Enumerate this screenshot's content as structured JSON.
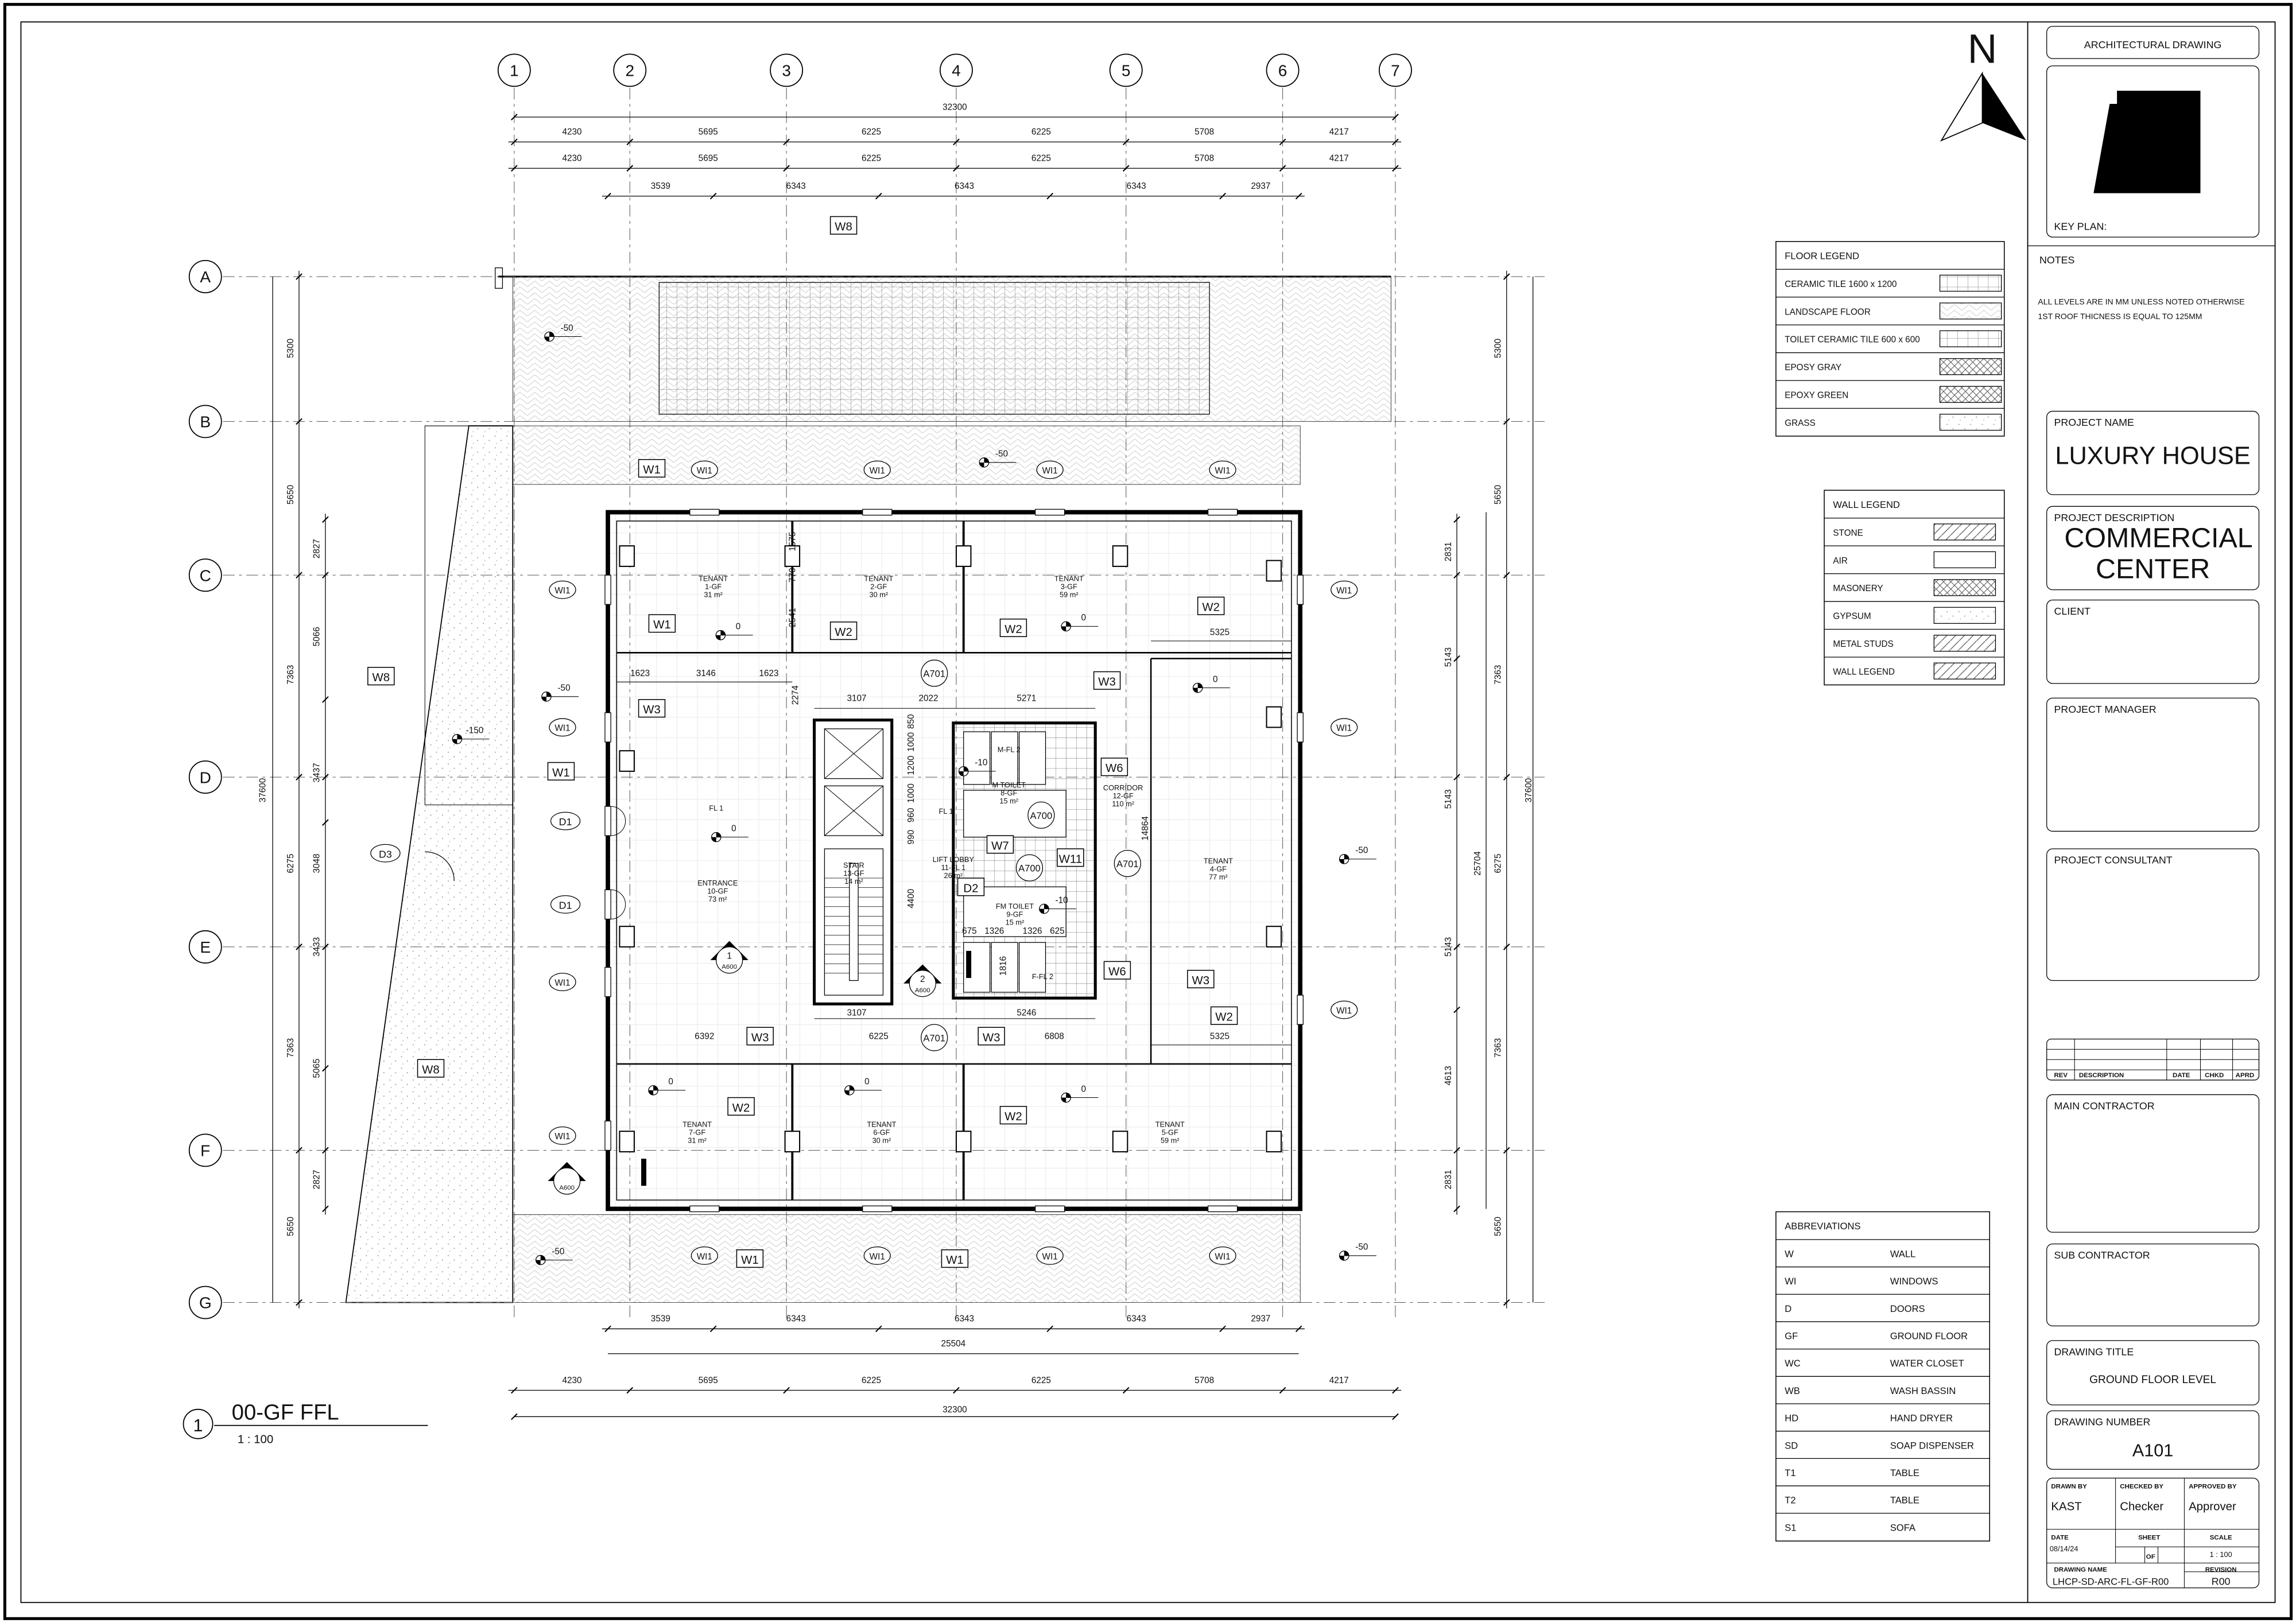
{
  "title_block": {
    "header": "ARCHITECTURAL DRAWING",
    "key_plan_label": "KEY PLAN:",
    "notes_label": "NOTES",
    "notes": [
      "ALL LEVELS ARE IN MM UNLESS NOTED OTHERWISE",
      "1ST ROOF THICNESS IS EQUAL TO 125MM"
    ],
    "project_name_label": "PROJECT NAME",
    "project_name": "LUXURY HOUSE",
    "project_description_label": "PROJECT DESCRIPTION",
    "project_description": "COMMERCIAL CENTER",
    "client_label": "CLIENT",
    "project_manager_label": "PROJECT MANAGER",
    "project_consultant_label": "PROJECT CONSULTANT",
    "revision_headers": [
      "REV",
      "DESCRIPTION",
      "DATE",
      "CHKD",
      "APRD"
    ],
    "main_contractor_label": "MAIN CONTRACTOR",
    "sub_contractor_label": "SUB CONTRACTOR",
    "drawing_title_label": "DRAWING TITLE",
    "drawing_title": "GROUND FLOOR LEVEL",
    "drawing_number_label": "DRAWING NUMBER",
    "drawing_number": "A101",
    "drawn_by_label": "DRAWN BY",
    "drawn_by": "KAST",
    "checked_by_label": "CHECKED BY",
    "checked_by": "Checker",
    "approved_by_label": "APPROVED BY",
    "approved_by": "Approver",
    "date_label": "DATE",
    "date": "08/14/24",
    "sheet_label": "SHEET",
    "sheet_of": "OF",
    "scale_label": "SCALE",
    "scale": "1 : 100",
    "drawing_name_label": "DRAWING NAME",
    "drawing_name": "LHCP-SD-ARC-FL-GF-R00",
    "revision_label": "REVISION",
    "revision": "R00"
  },
  "north_label": "N",
  "view_title": {
    "number": "1",
    "name": "00-GF FFL",
    "scale": "1 : 100"
  },
  "floor_legend": {
    "title": "FLOOR LEGEND",
    "items": [
      "CERAMIC TILE 1600 x 1200",
      "LANDSCAPE FLOOR",
      "TOILET CERAMIC TILE 600 x 600",
      "EPOSY GRAY",
      "EPOXY GREEN",
      "GRASS"
    ]
  },
  "wall_legend": {
    "title": "WALL LEGEND",
    "items": [
      "STONE",
      "AIR",
      "MASONERY",
      "GYPSUM",
      "METAL STUDS",
      "WALL LEGEND"
    ]
  },
  "abbreviations": {
    "title": "ABBREVIATIONS",
    "items": [
      {
        "code": "W",
        "meaning": "WALL"
      },
      {
        "code": "WI",
        "meaning": "WINDOWS"
      },
      {
        "code": "D",
        "meaning": "DOORS"
      },
      {
        "code": "GF",
        "meaning": "GROUND FLOOR"
      },
      {
        "code": "WC",
        "meaning": "WATER CLOSET"
      },
      {
        "code": "WB",
        "meaning": "WASH BASSIN"
      },
      {
        "code": "HD",
        "meaning": "HAND DRYER"
      },
      {
        "code": "SD",
        "meaning": "SOAP DISPENSER"
      },
      {
        "code": "T1",
        "meaning": "TABLE"
      },
      {
        "code": "T2",
        "meaning": "TABLE"
      },
      {
        "code": "S1",
        "meaning": "SOFA"
      }
    ]
  },
  "grid": {
    "columns": [
      "1",
      "2",
      "3",
      "4",
      "5",
      "6",
      "7"
    ],
    "rows": [
      "A",
      "B",
      "C",
      "D",
      "E",
      "F",
      "G"
    ]
  },
  "dimensions": {
    "top_overall": "32300",
    "top_spans": [
      "4230",
      "5695",
      "6225",
      "6225",
      "5708",
      "4217"
    ],
    "top_spans_2": [
      "4230",
      "5695",
      "6225",
      "6225",
      "5708",
      "4217"
    ],
    "top_inner": [
      "3539",
      "6343",
      "6343",
      "6343",
      "2937"
    ],
    "bottom_inner": [
      "3539",
      "6343",
      "6343",
      "6343",
      "2937"
    ],
    "bottom_total": "25504",
    "bottom_spans": [
      "4230",
      "5695",
      "6225",
      "6225",
      "5708",
      "4217"
    ],
    "bottom_overall": "32300",
    "left_overall": "37600",
    "left_rows": [
      "5300",
      "5650",
      "7363",
      "6275",
      "7363",
      "5650"
    ],
    "left_inner": [
      "2827",
      "5066",
      "3437",
      "3048",
      "3433",
      "5065",
      "2827"
    ],
    "right_overall": "37600",
    "right_rows": [
      "5300",
      "5650",
      "7363",
      "6275",
      "7363",
      "5650"
    ],
    "right_core": "25704",
    "right_inner": [
      "2831",
      "5143",
      "5143",
      "5143",
      "4613",
      "2831"
    ],
    "interior": [
      "1575",
      "770",
      "2541",
      "1623",
      "3146",
      "1623",
      "2274",
      "3107",
      "2022",
      "5271",
      "5325",
      "850",
      "1000",
      "1200",
      "1000",
      "960",
      "990",
      "4400",
      "3107",
      "5246",
      "675",
      "1326",
      "1326",
      "625",
      "1816",
      "14864",
      "6392",
      "6225",
      "6808",
      "5325"
    ]
  },
  "rooms": [
    {
      "name": "TENANT",
      "number": "1-GF",
      "area": "31 m²"
    },
    {
      "name": "TENANT",
      "number": "2-GF",
      "area": "30 m²"
    },
    {
      "name": "TENANT",
      "number": "3-GF",
      "area": "59 m²"
    },
    {
      "name": "TENANT",
      "number": "4-GF",
      "area": "77 m²"
    },
    {
      "name": "CORRIDOR",
      "number": "12-GF",
      "area": "110 m²"
    },
    {
      "name": "ENTRANCE",
      "number": "10-GF",
      "area": "73 m²"
    },
    {
      "name": "STAIR",
      "number": "13-GF",
      "area": "14 m²"
    },
    {
      "name": "LIFT LOBBY",
      "number": "11-FL 1",
      "area": "26 m²"
    },
    {
      "name": "M TOILET",
      "number": "8-GF",
      "area": "15 m²"
    },
    {
      "name": "FM TOILET",
      "number": "9-GF",
      "area": "15 m²"
    },
    {
      "name": "TENANT",
      "number": "7-GF",
      "area": "31 m²"
    },
    {
      "name": "TENANT",
      "number": "6-GF",
      "area": "30 m²"
    },
    {
      "name": "TENANT",
      "number": "5-GF",
      "area": "59 m²"
    }
  ],
  "floor_labels": [
    "FL 1",
    "FL 1",
    "M-FL 2",
    "F-FL 2"
  ],
  "wall_tags": [
    "W8",
    "W1",
    "W1",
    "W2",
    "W2",
    "W2",
    "W3",
    "W3",
    "W1",
    "W8",
    "W6",
    "W7",
    "W11",
    "D2",
    "W6",
    "W3",
    "W2",
    "W3",
    "W3",
    "W2",
    "W2",
    "W8",
    "W1",
    "W1"
  ],
  "window_tags": [
    "WI1",
    "WI1",
    "WI1",
    "WI1",
    "WI1",
    "WI1",
    "WI1",
    "WI1",
    "WI1",
    "WI1",
    "WI1",
    "WI1",
    "WI1",
    "WI1",
    "WI1"
  ],
  "door_tags": [
    "D1",
    "D1",
    "D3"
  ],
  "section_refs": [
    "A701",
    "A701",
    "A701",
    "A700",
    "A700"
  ],
  "callouts": [
    {
      "number": "1",
      "sheet": "A600"
    },
    {
      "number": "2",
      "sheet": "A600"
    },
    {
      "number": "",
      "sheet": "A600"
    }
  ],
  "spot_levels": [
    "-50",
    "0",
    "0",
    "0",
    "-50",
    "-150",
    "0",
    "-50",
    "-50",
    "-10",
    "-10",
    "0",
    "0",
    "0",
    "-50",
    "-50"
  ]
}
